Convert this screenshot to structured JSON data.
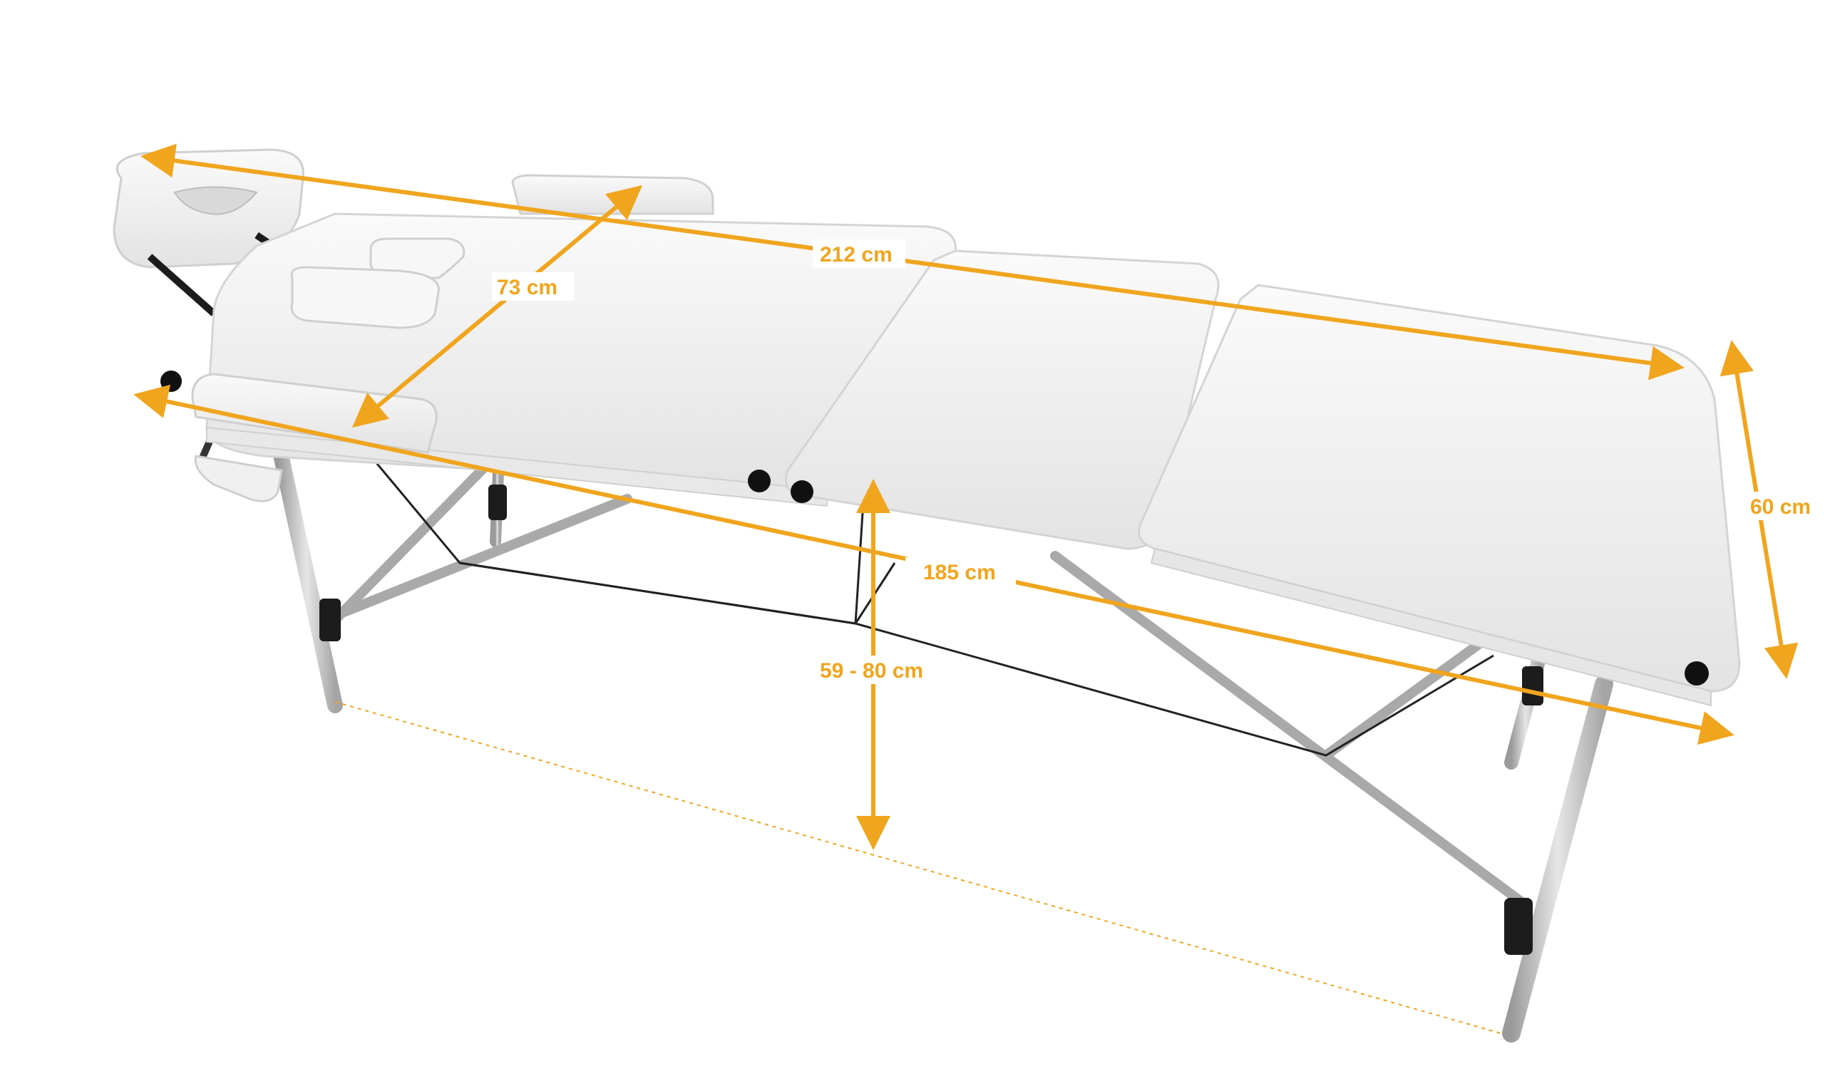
{
  "colors": {
    "background": "#ffffff",
    "accent": "#f0a51e",
    "cushion": "#f4f4f4",
    "cushion_edge": "#d6d6d6",
    "frame": "#bdbdbd",
    "cord": "#222222"
  },
  "dimensions": {
    "total_length": "212 cm",
    "width": "73 cm",
    "top_length": "185 cm",
    "height_range": "59 - 80 cm",
    "top_width": "60 cm"
  }
}
